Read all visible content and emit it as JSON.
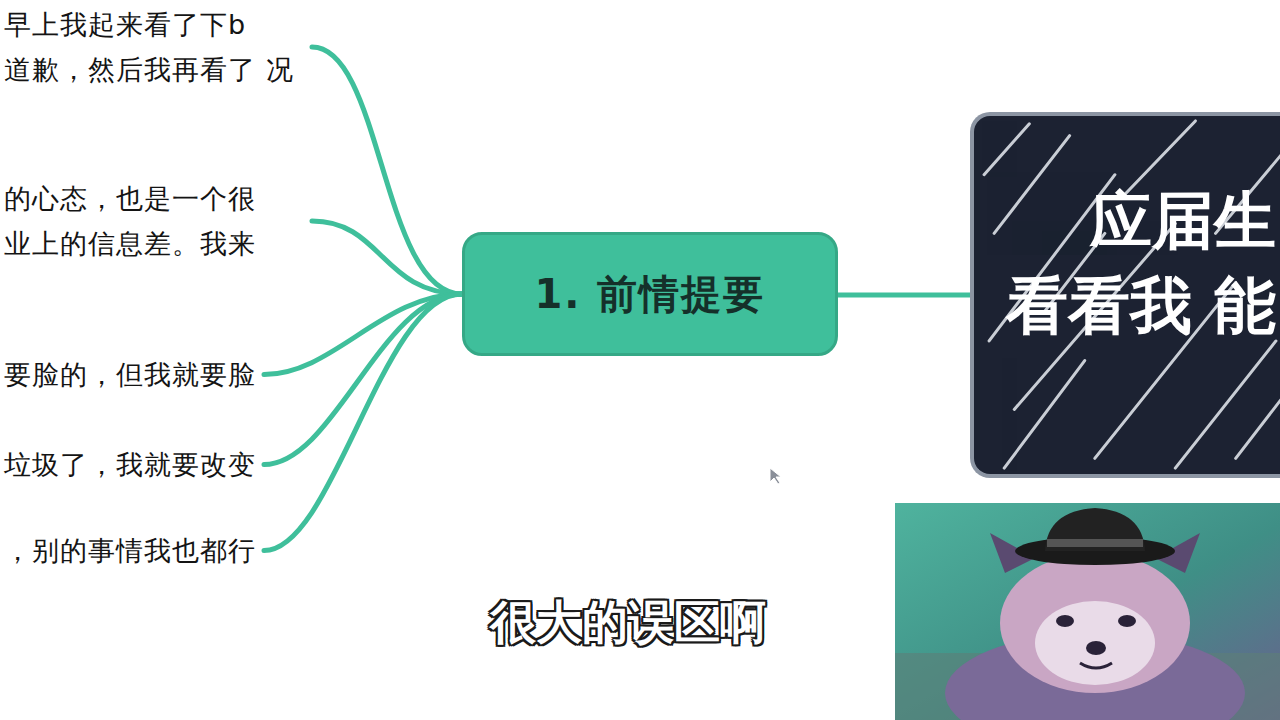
{
  "diagram": {
    "nodes": [
      {
        "text": [
          "应届生 看看我 能"
        ]
      },
      {
        "text": [
          "1. 前情提要"
        ]
      },
      {
        "text": [
          "早上我起来看了下b 道歉，然后我再看了 况"
        ]
      },
      {
        "text": [
          "的心态，也是一个很 业上的信息差。我来"
        ]
      },
      {
        "text": [
          "要脸的，但我就要脸"
        ]
      },
      {
        "text": [
          "垃圾了，我就要改变"
        ]
      },
      {
        "text": [
          "，别的事情我也都行"
        ]
      }
    ],
    "edges": [
      {
        "from": 0,
        "to": 1,
        "arrow": "none"
      },
      {
        "from": 1,
        "to": 2,
        "arrow": "none"
      },
      {
        "from": 1,
        "to": 3,
        "arrow": "none"
      },
      {
        "from": 1,
        "to": 4,
        "arrow": "none"
      },
      {
        "from": 1,
        "to": 5,
        "arrow": "none"
      },
      {
        "from": 1,
        "to": 6,
        "arrow": "none"
      }
    ],
    "labels": [
      "很大的误区啊"
    ]
  }
}
